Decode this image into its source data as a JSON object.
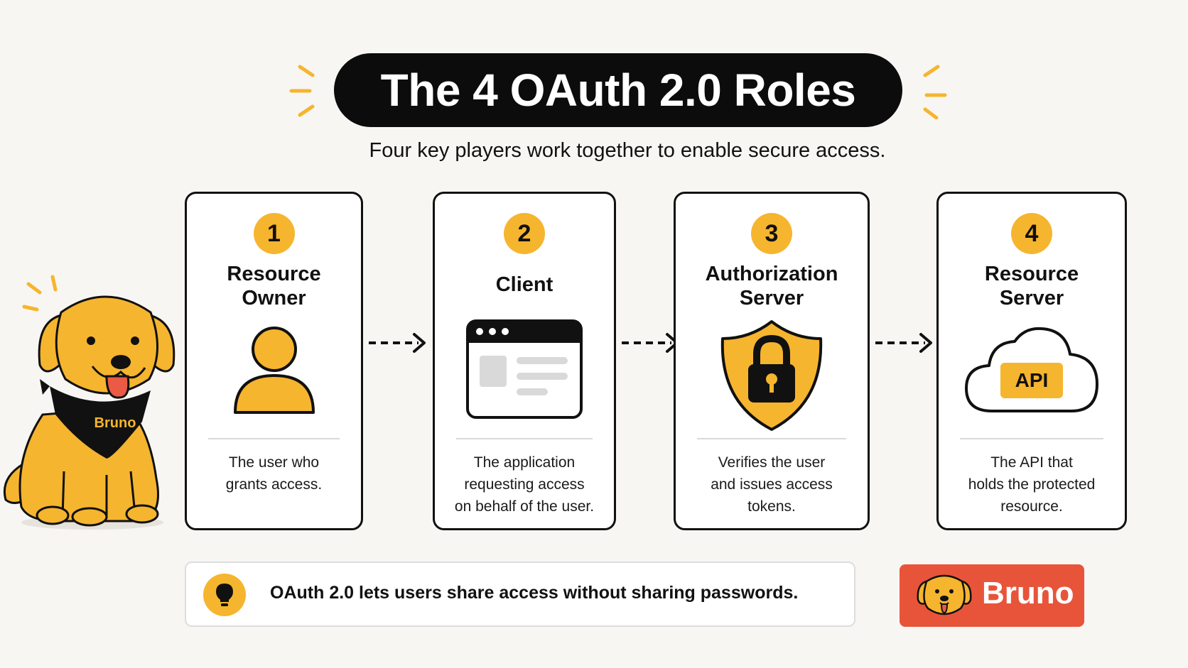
{
  "title": "The 4 OAuth 2.0 Roles",
  "subtitle": "Four key players work together to enable secure access.",
  "roles": [
    {
      "number": "1",
      "title": "Resource\nOwner",
      "description": "The user who\ngrants access."
    },
    {
      "number": "2",
      "title": "Client",
      "description": "The application\nrequesting access\non behalf of the user."
    },
    {
      "number": "3",
      "title": "Authorization\nServer",
      "description": "Verifies the user\nand issues access\ntokens."
    },
    {
      "number": "4",
      "title": "Resource\nServer",
      "description": "The API that\nholds the protected\nresource."
    }
  ],
  "api_label": "API",
  "tip": "OAuth 2.0 lets users share access without sharing passwords.",
  "mascot_bandana": "Bruno",
  "brand": "Bruno",
  "icons": {
    "role1": "user-icon",
    "role2": "browser-window-icon",
    "role3": "shield-lock-icon",
    "role4": "cloud-api-icon",
    "tip": "lightbulb-icon",
    "brand": "dog-logo-icon"
  },
  "colors": {
    "accent": "#f6b52e",
    "brand": "#e8543a",
    "dark": "#0c0c0c",
    "background": "#f8f6f3"
  }
}
